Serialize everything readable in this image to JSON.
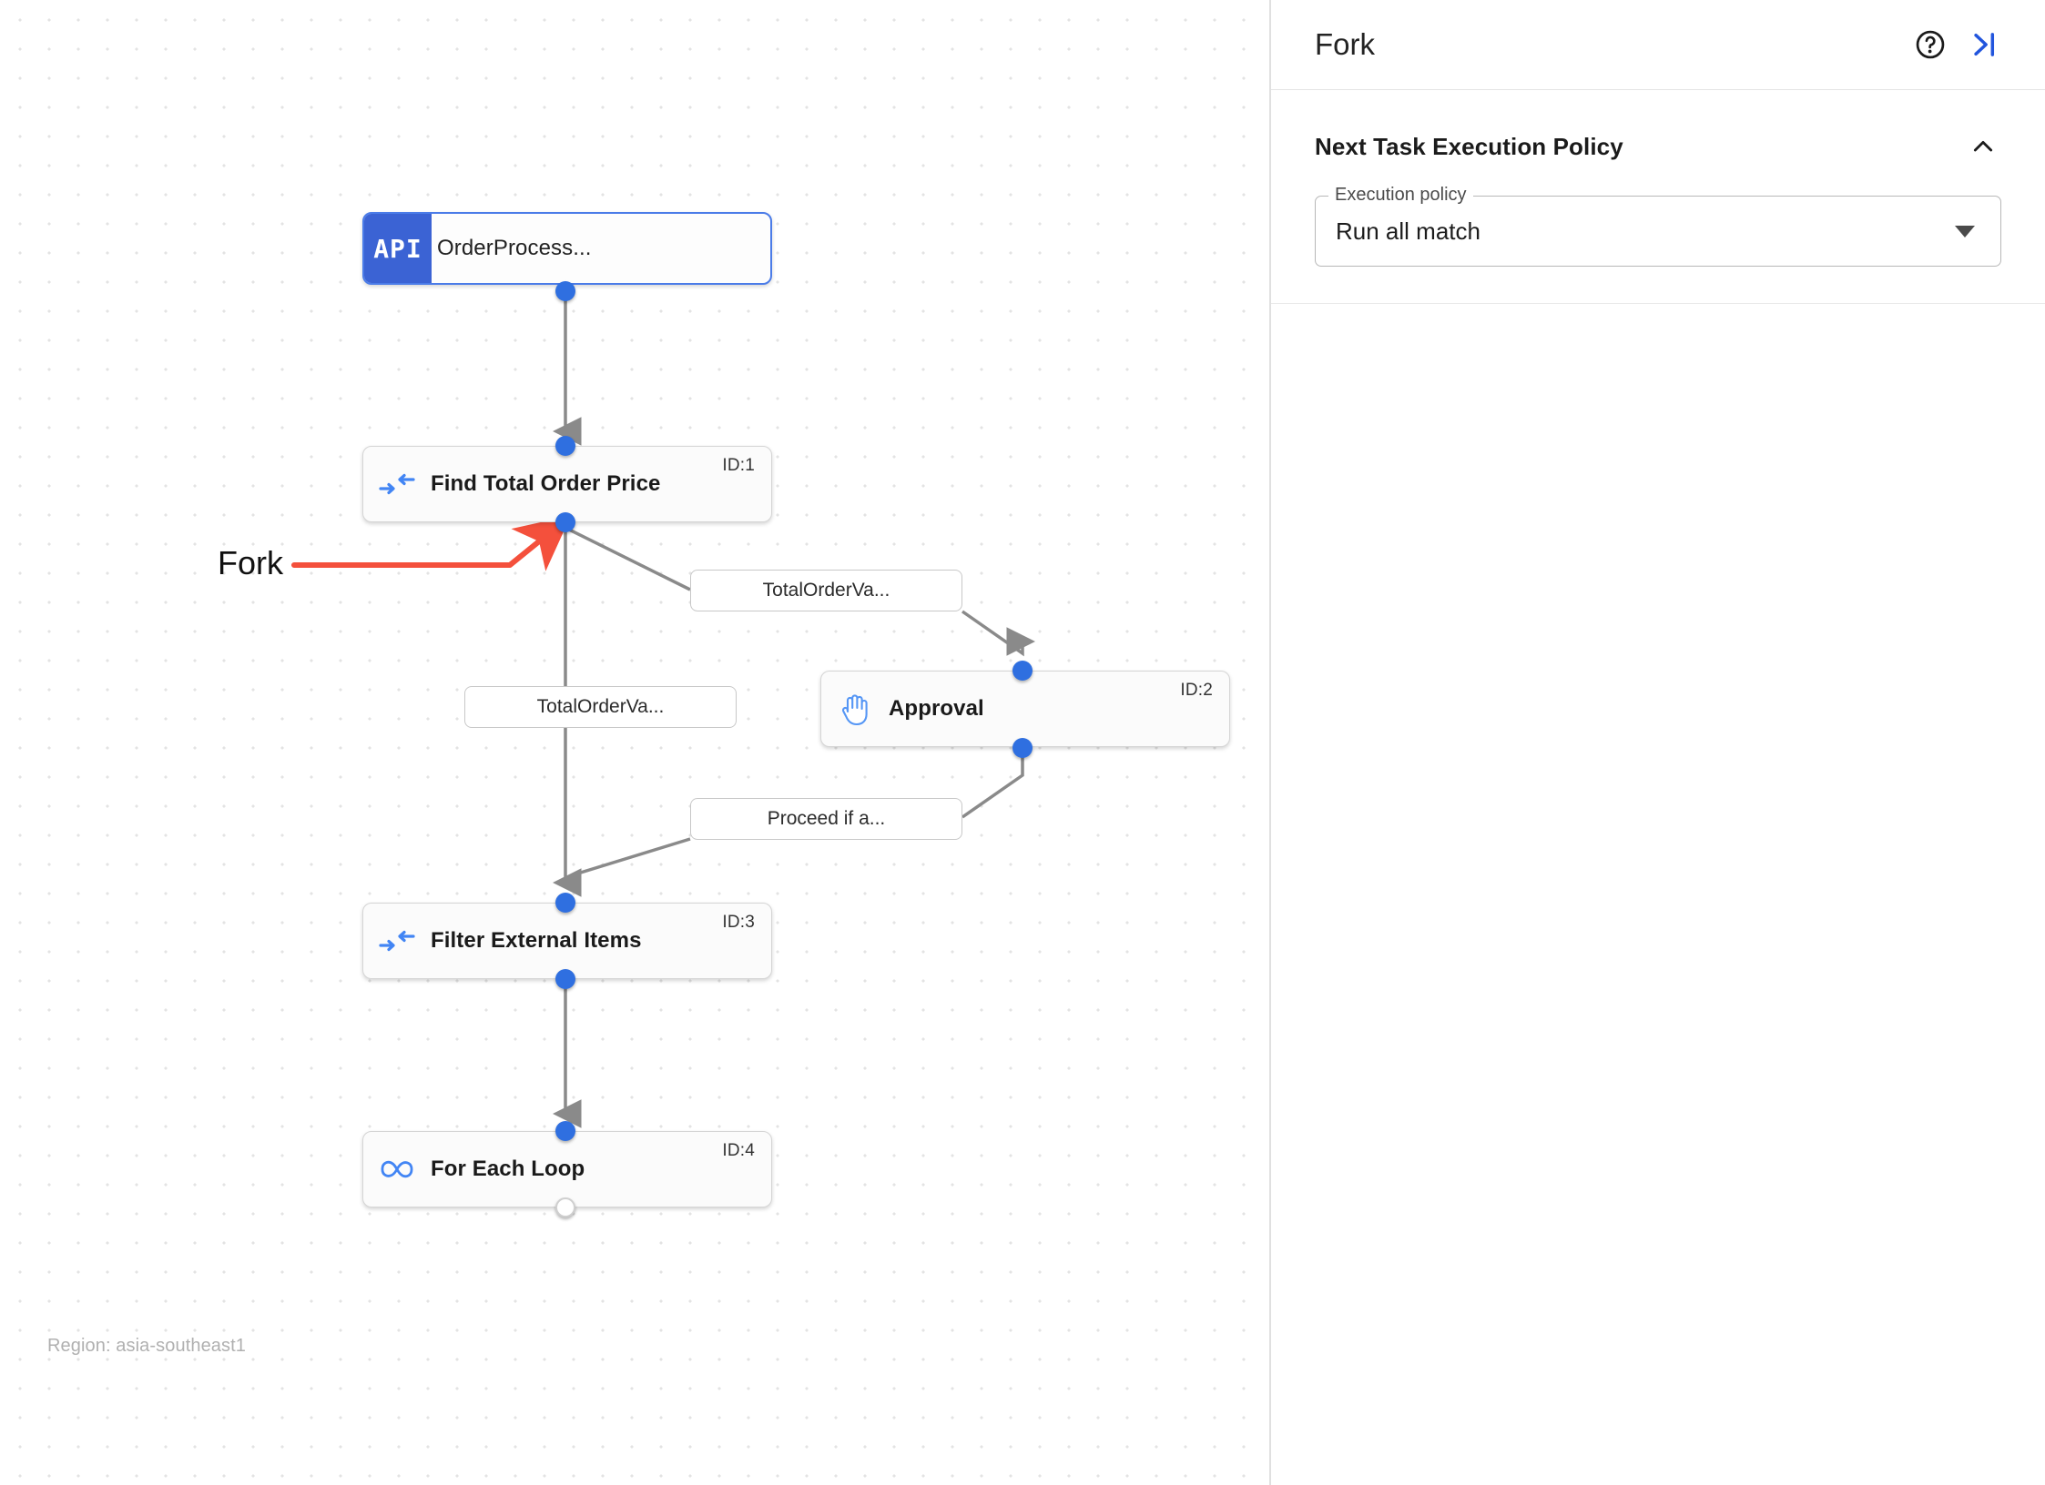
{
  "canvas": {
    "region_label": "Region: asia-southeast1",
    "annotation": {
      "label": "Fork",
      "color": "#f4503c"
    },
    "nodes": [
      {
        "key": "order_process",
        "icon": "api-badge-icon",
        "badge_text": "API",
        "title": "OrderProcess...",
        "id_label": ""
      },
      {
        "key": "find_total_order_price",
        "icon": "merge-arrows-icon",
        "title": "Find Total Order Price",
        "id_label": "ID:1"
      },
      {
        "key": "approval",
        "icon": "hand-icon",
        "title": "Approval",
        "id_label": "ID:2"
      },
      {
        "key": "filter_external_items",
        "icon": "merge-arrows-icon",
        "title": "Filter External Items",
        "id_label": "ID:3"
      },
      {
        "key": "for_each_loop",
        "icon": "infinity-icon",
        "title": "For Each Loop",
        "id_label": "ID:4"
      }
    ],
    "edge_labels": [
      {
        "key": "edge_to_approval",
        "text": "TotalOrderVa..."
      },
      {
        "key": "edge_to_filter",
        "text": "TotalOrderVa..."
      },
      {
        "key": "edge_approval_to_filter",
        "text": "Proceed if a..."
      }
    ]
  },
  "panel": {
    "title": "Fork",
    "help_icon": "help-circle-icon",
    "collapse_icon": "collapse-panel-icon",
    "section": {
      "title": "Next Task Execution Policy",
      "collapse_icon": "chevron-up-icon",
      "field": {
        "legend": "Execution policy",
        "value": "Run all match",
        "caret_icon": "caret-down-icon"
      }
    }
  },
  "colors": {
    "accent_blue": "#2f6fe0",
    "trigger_blue": "#3b63d4",
    "annotation_red": "#f4503c",
    "edge_gray": "#8a8a8a",
    "panel_link_blue": "#2255dd"
  }
}
